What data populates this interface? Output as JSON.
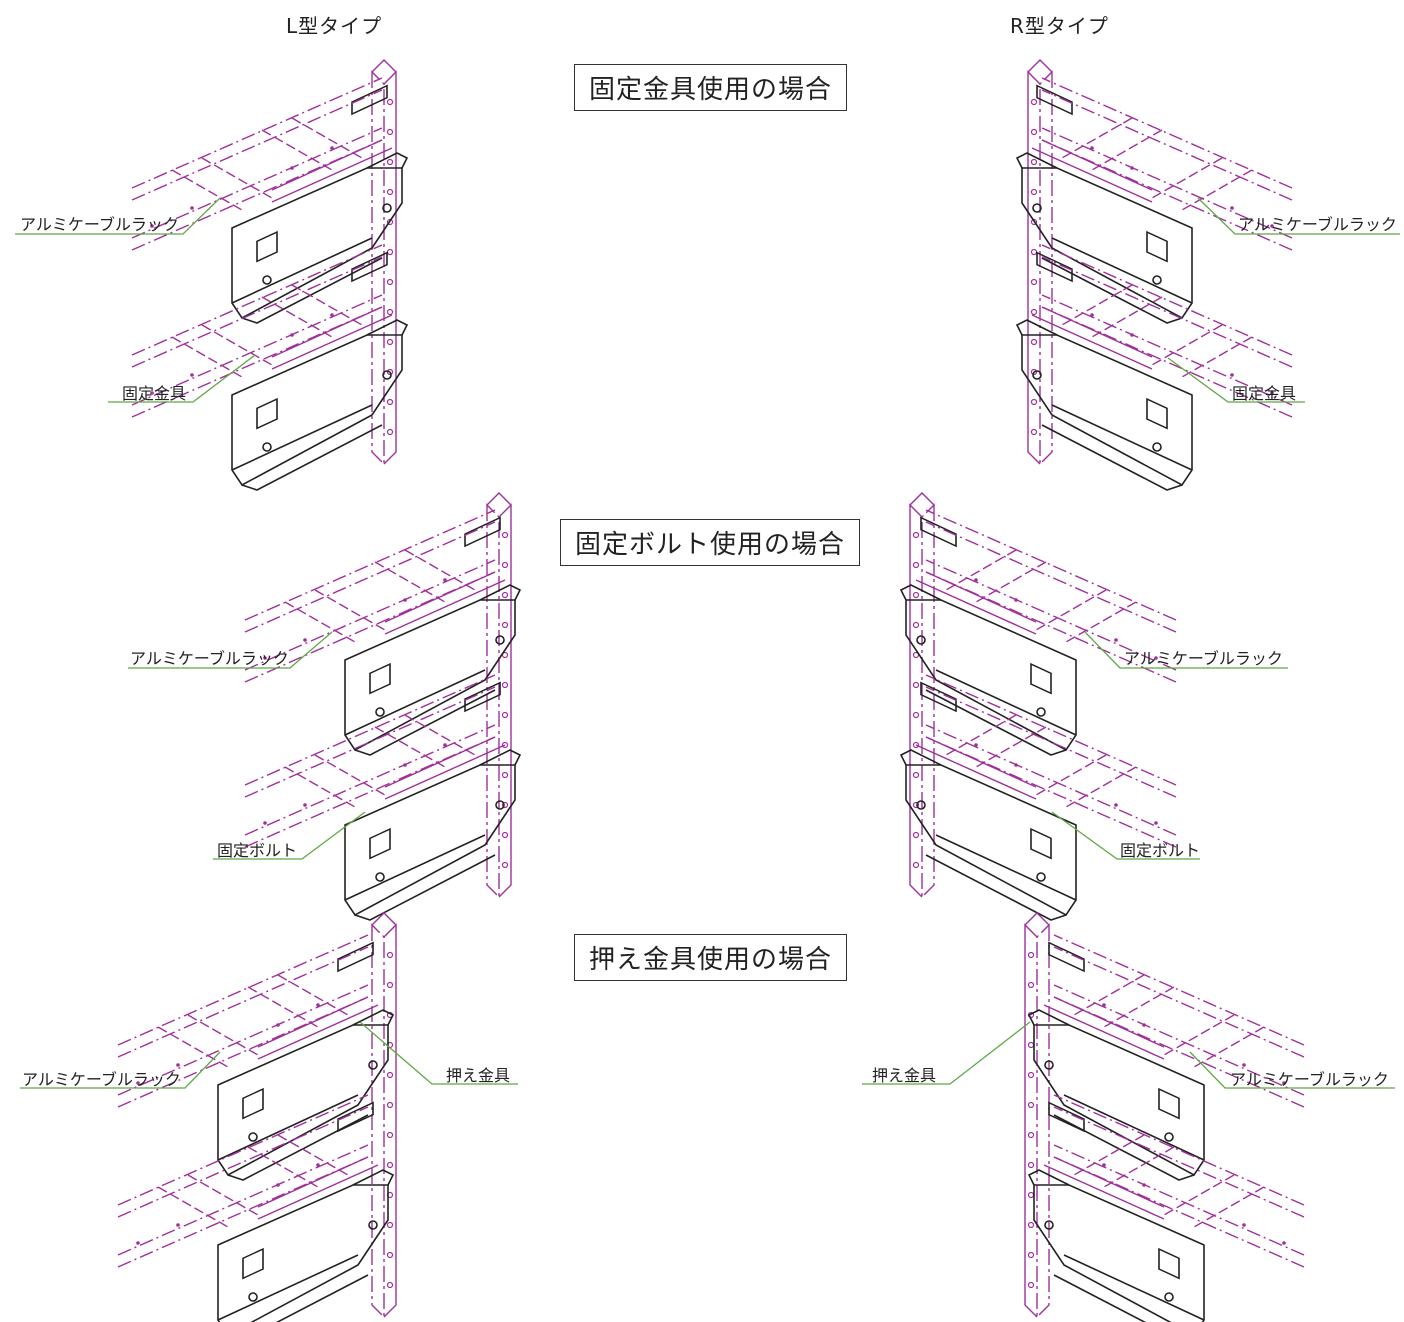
{
  "columns": {
    "left": "L型タイプ",
    "right": "R型タイプ"
  },
  "sections": [
    {
      "title": "固定金具使用の場合",
      "callouts": {
        "rack_left": "アルミケーブルラック",
        "part_left": "固定金具",
        "rack_right": "アルミケーブルラック",
        "part_right": "固定金具"
      }
    },
    {
      "title": "固定ボルト使用の場合",
      "callouts": {
        "rack_left": "アルミケーブルラック",
        "part_left": "固定ボルト",
        "rack_right": "アルミケーブルラック",
        "part_right": "固定ボルト"
      }
    },
    {
      "title": "押え金具使用の場合",
      "callouts": {
        "rack_left": "アルミケーブルラック",
        "part_left": "押え金具",
        "rack_right": "アルミケーブルラック",
        "part_right": "押え金具"
      }
    }
  ],
  "colors": {
    "rack": "#a0309a",
    "leader": "#5ea844",
    "steel": "#222222"
  }
}
